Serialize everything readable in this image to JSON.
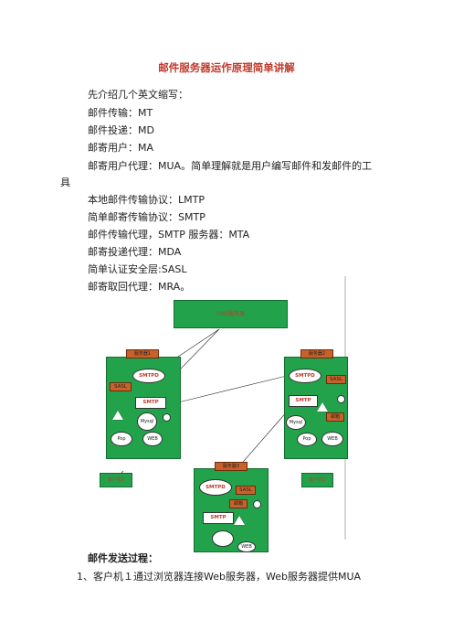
{
  "title": "邮件服务器运作原理简单讲解",
  "intro": "先介绍几个英文缩写：",
  "terms": [
    "邮件传输：MT",
    "邮件投递：MD",
    "邮寄用户：MA",
    "邮寄用户代理：MUA。简单理解就是用户编写邮件和发邮件的工",
    "具",
    "本地邮件传输协议：LMTP",
    "简单邮寄传输协议：SMTP",
    "邮件传输代理，SMTP 服务器：MTA",
    "邮寄投递代理：MDA",
    "简单认证安全层:SASL",
    "邮寄取回代理：MRA。"
  ],
  "diagram": {
    "dns": "DNS服务器",
    "left_server": {
      "tag": "服务器1",
      "smtpd": "SMTPD",
      "sasl": "SASL",
      "smtp": "SMTP",
      "mysql": "Mysql",
      "pop": "Pop",
      "web": "WEB"
    },
    "right_server": {
      "tag": "服务器2",
      "smtpd": "SMTPD",
      "sasl": "SASL",
      "smtp": "SMTP",
      "mail": "邮箱",
      "mysql": "Mysql",
      "pop": "Pop",
      "web": "WEB"
    },
    "bottom_server": {
      "tag": "服务器3",
      "smtpd": "SMTPD",
      "sasl": "SASL",
      "mail": "邮箱",
      "smtp": "SMTP",
      "web": "WEB"
    },
    "client_left": "客户机1",
    "client_right": "客户机2"
  },
  "section_heading": "邮件发送过程：",
  "step1": "1、客户机１通过浏览器连接Web服务器，Web服务器提供MUA"
}
